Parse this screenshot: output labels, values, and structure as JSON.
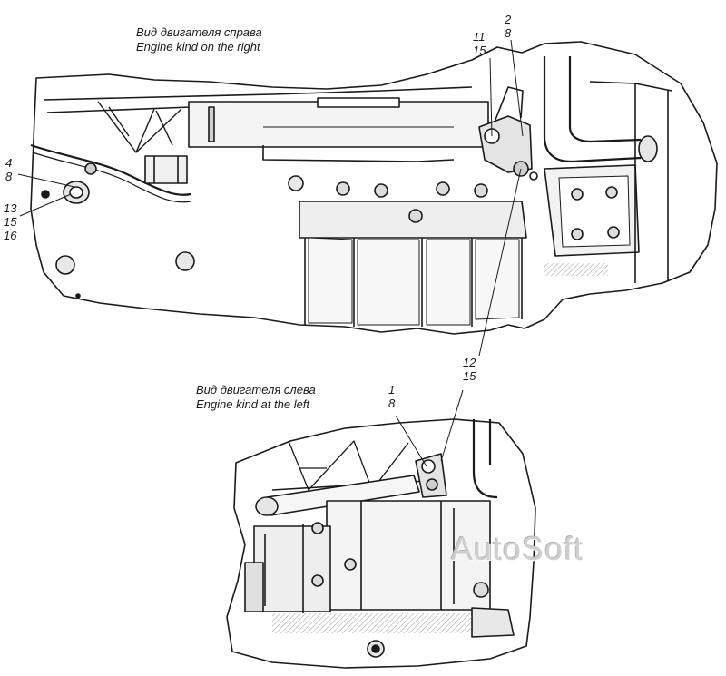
{
  "top_view": {
    "caption_ru": "Вид двигателя справа",
    "caption_en": "Engine kind on the right"
  },
  "bottom_view": {
    "caption_ru": "Вид двигателя слева",
    "caption_en": "Engine kind at the left"
  },
  "callouts": {
    "c_2_8": [
      "2",
      "8"
    ],
    "c_11_15": [
      "11",
      "15"
    ],
    "c_4_8": [
      "4",
      "8"
    ],
    "c_13_15_16": [
      "13",
      "15",
      "16"
    ],
    "c_12_15": [
      "12",
      "15"
    ],
    "c_1_8": [
      "1",
      "8"
    ]
  },
  "watermark": "AutoSoft",
  "colors": {
    "line": "#1a1a1a",
    "shade": "#e6e6e6",
    "mid": "#bdbdbd",
    "bg": "#ffffff"
  }
}
